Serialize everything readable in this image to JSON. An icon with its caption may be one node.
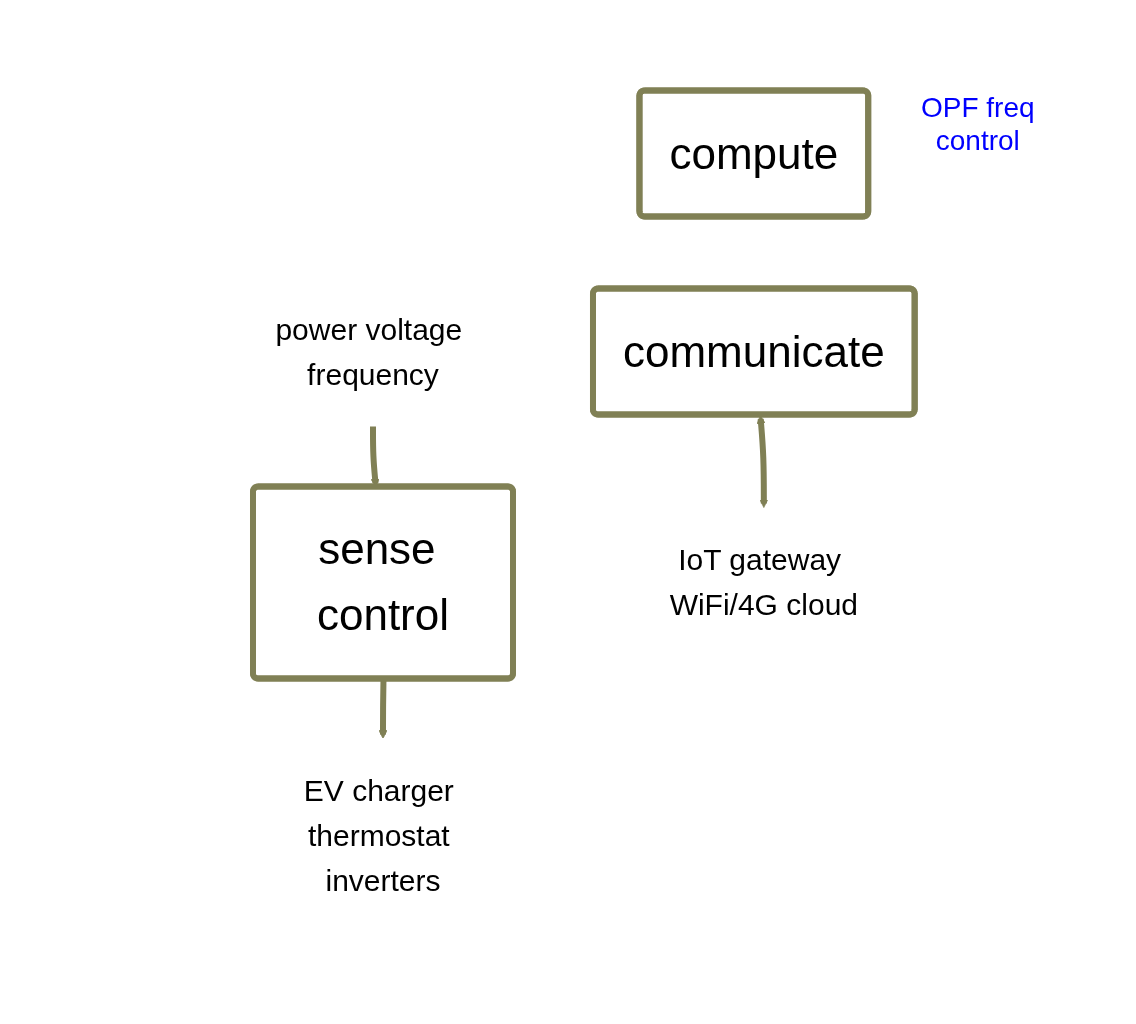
{
  "diagram": {
    "nodes": [
      {
        "text": [
          "compute"
        ],
        "beside": [
          "OPF freq control"
        ]
      },
      {
        "text": [
          "communicate"
        ]
      },
      {
        "text": [
          "sense control"
        ]
      },
      {
        "text": [
          "IoT gateway WiFi/4G cloud"
        ]
      },
      {
        "text": [
          "power voltage frequency"
        ]
      },
      {
        "text": [
          "EV charger thermostat inverters"
        ]
      }
    ],
    "edges": [
      {
        "from": 1,
        "to": 3,
        "arrow": "both"
      },
      {
        "from": 4,
        "to": 2,
        "arrow": "to"
      },
      {
        "from": 2,
        "to": 5,
        "arrow": "to"
      }
    ]
  }
}
